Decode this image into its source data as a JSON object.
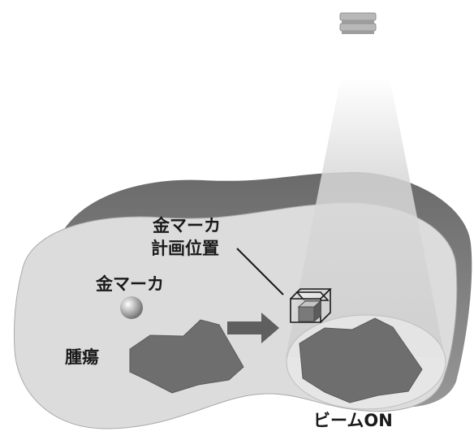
{
  "labels": {
    "planned_line1": "金マーカ",
    "planned_line2": "計画位置",
    "gold_marker": "金マーカ",
    "tumor": "腫瘍",
    "beam_on": "ビームON"
  },
  "colors": {
    "body_fill": "#dcdcdc",
    "body_edge": "#8c8c8c",
    "tumor": "#6e6e6e",
    "arrow": "#5f5f5f",
    "text": "#1a1a1a"
  },
  "icons": {
    "beam_source": "linac-head-icon",
    "marker": "gold-sphere-icon",
    "planned_marker": "wireframe-cube-icon"
  }
}
